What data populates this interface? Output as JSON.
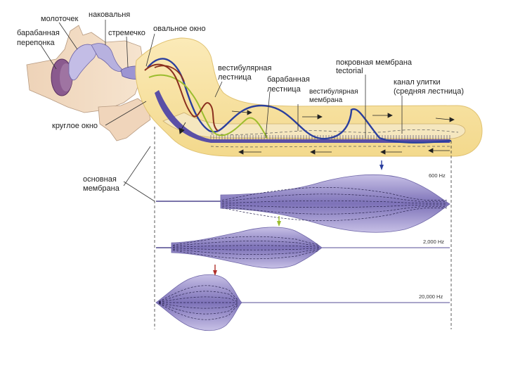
{
  "labels": {
    "malleus": "молоточек",
    "incus": "наковальня",
    "tympanic_line1": "барабанная",
    "tympanic_line2": "перепонка",
    "stapes": "стремечко",
    "oval_window": "овальное окно",
    "vestibular_scala_line1": "вестибулярная",
    "vestibular_scala_line2": "лестница",
    "tympanic_scala_line1": "барабанная",
    "tympanic_scala_line2": "лестница",
    "tectorial_line1": "покровная мембрана",
    "tectorial_line2": "tectorial",
    "cochlear_duct_line1": "канал улитки",
    "cochlear_duct_line2": "(средняя лестница)",
    "vestibular_membrane_line1": "вестибулярная",
    "vestibular_membrane_line2": "мембрана",
    "round_window": "круглое окно",
    "basilar_line1": "основная",
    "basilar_line2": "мембрана"
  },
  "frequencies": [
    {
      "label": "600 Hz",
      "arrow_color": "#2b3f9e"
    },
    {
      "label": "2,000 Hz",
      "arrow_color": "#9bbd2e"
    },
    {
      "label": "20,000 Hz",
      "arrow_color": "#b0302a"
    }
  ],
  "colors": {
    "fluid": "#f7e3a3",
    "bone": "#f0d8c0",
    "membrane": "#8b80c0",
    "low_freq_wave": "#2b3f9e",
    "mid_freq_wave": "#9bbd2e",
    "high_freq_wave": "#8a2f1e"
  }
}
